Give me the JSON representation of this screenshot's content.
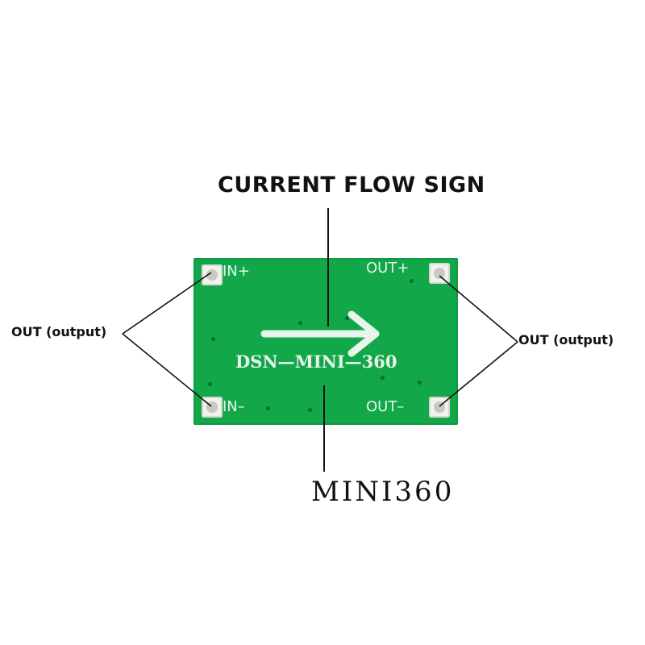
{
  "diagram": {
    "title": "CURRENT FLOW SIGN",
    "left_label": "OUT (output)",
    "right_label": "OUT (output)",
    "model_name": "MINI360"
  },
  "board": {
    "label": "DSN—MINI—360",
    "pins": {
      "in_plus": "IN+",
      "in_minus": "IN–",
      "out_plus": "OUT+",
      "out_minus": "OUT–"
    },
    "colors": {
      "pcb": "#12a84a",
      "silkscreen": "#e8f5ea",
      "pad": "#f1f1ee"
    }
  }
}
